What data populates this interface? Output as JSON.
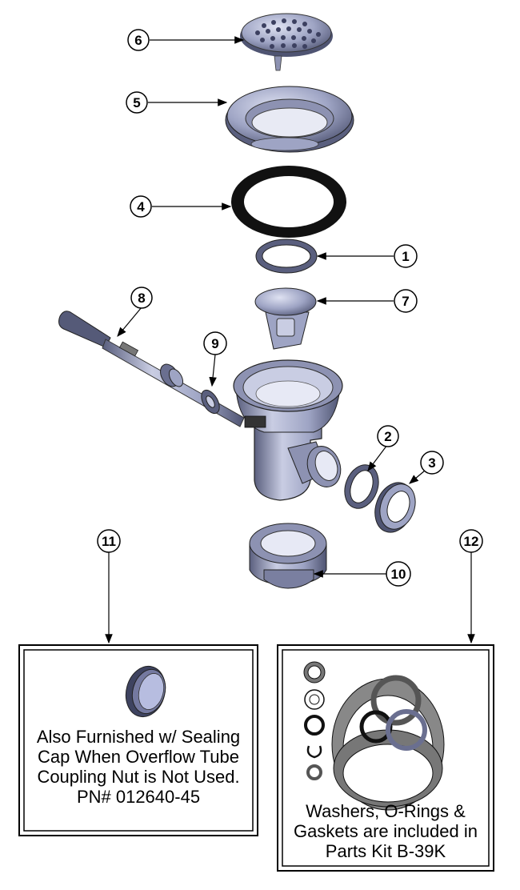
{
  "callouts": {
    "c1": "1",
    "c2": "2",
    "c3": "3",
    "c4": "4",
    "c5": "5",
    "c6": "6",
    "c7": "7",
    "c8": "8",
    "c9": "9",
    "c10": "10",
    "c11": "11",
    "c12": "12"
  },
  "box_left": {
    "line1": "Also Furnished w/ Sealing",
    "line2": "Cap When Overflow Tube",
    "line3": "Coupling Nut is Not Used.",
    "line4": "PN# 012640-45"
  },
  "box_right": {
    "line1": "Washers, O-Rings &",
    "line2": "Gaskets are included in",
    "line3": "Parts Kit B-39K"
  },
  "colors": {
    "part_fill": "#9ea4c4",
    "part_light": "#c9cde3",
    "part_dark": "#5a5f7e",
    "gasket_black": "#111111",
    "kit_gray": "#9a9a9a"
  }
}
